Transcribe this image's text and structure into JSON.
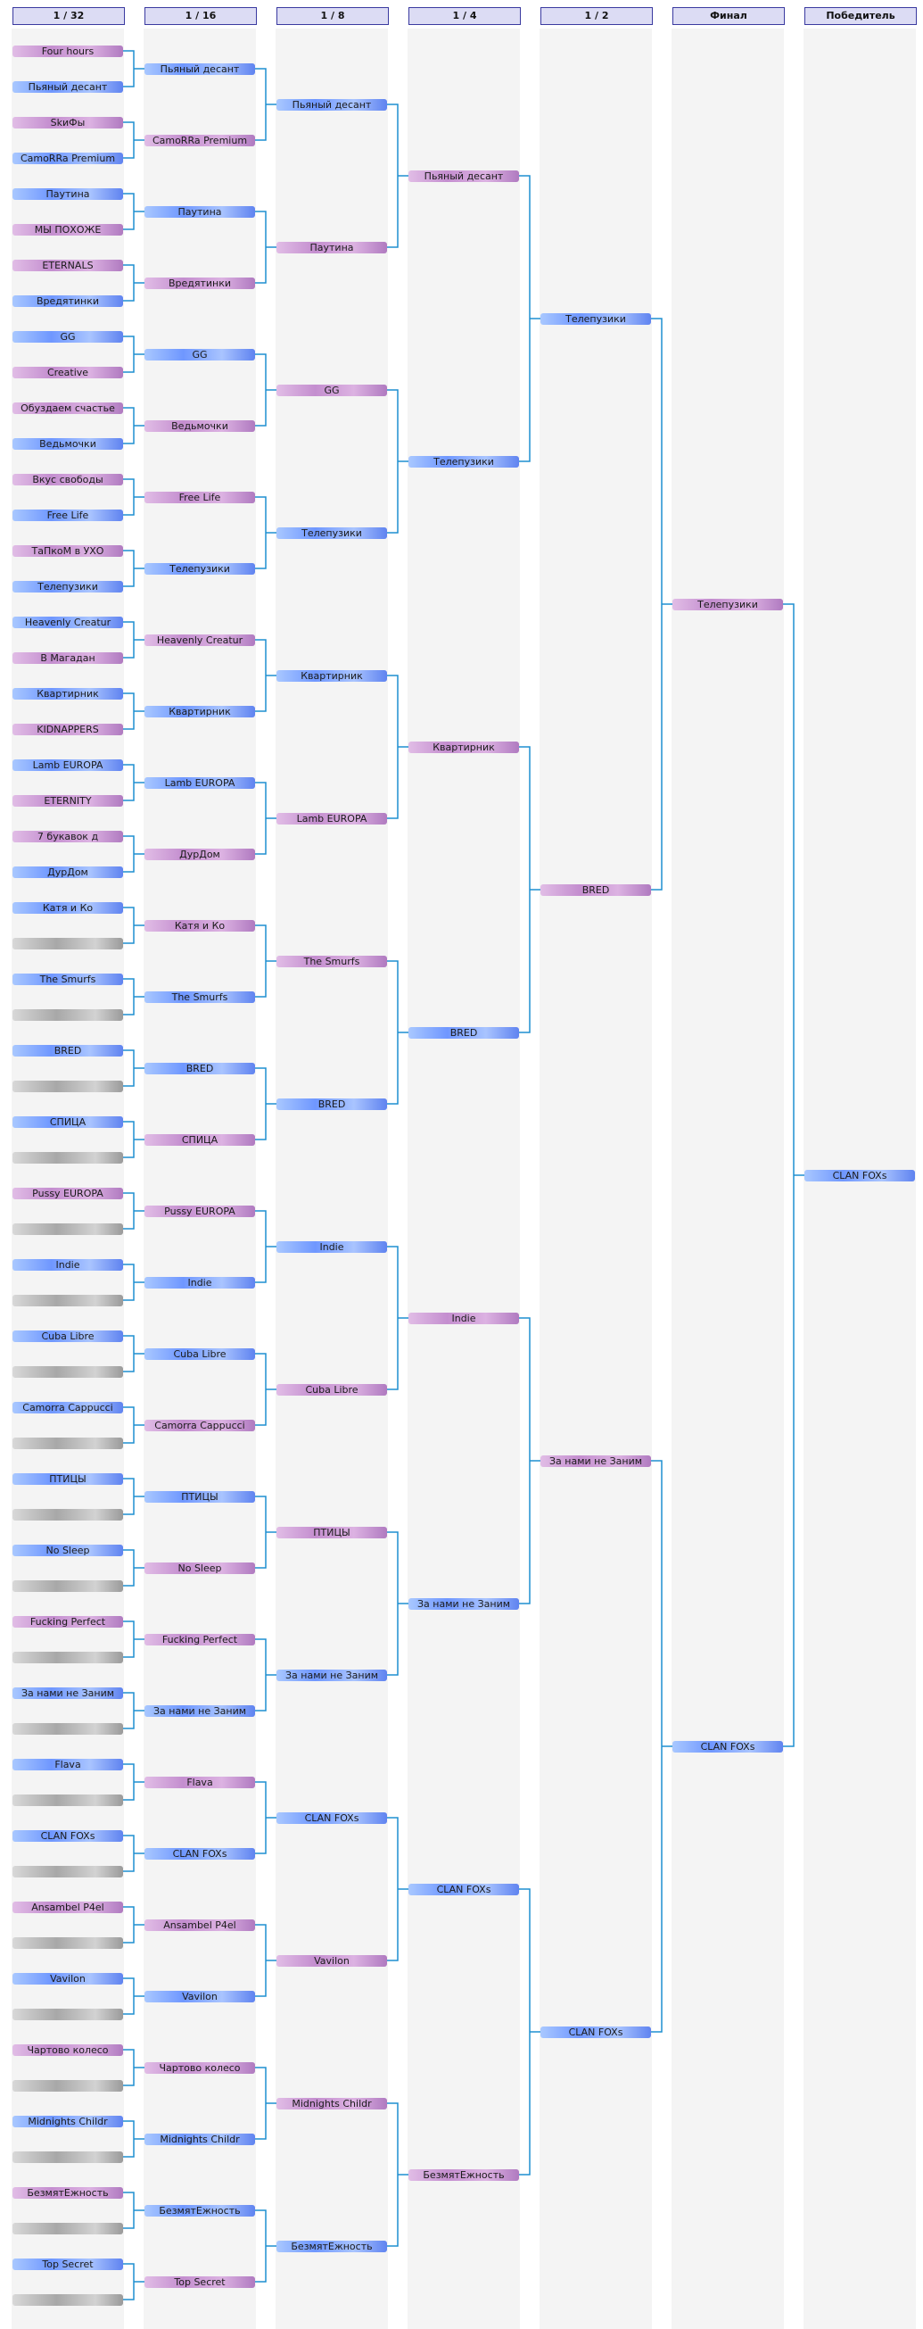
{
  "rounds": [
    {
      "label": "1 / 32"
    },
    {
      "label": "1 / 16"
    },
    {
      "label": "1 / 8"
    },
    {
      "label": "1 / 4"
    },
    {
      "label": "1 / 2"
    },
    {
      "label": "Финал"
    },
    {
      "label": "Победитель"
    }
  ],
  "colors": {
    "line": "#1e8fd0",
    "header_border": "#3a3aa0",
    "header_bg": "#dcdcf4"
  },
  "matches": [
    [
      {
        "name": "Four hours",
        "style": "purple"
      },
      {
        "name": "Пьяный десант",
        "style": "blue"
      },
      {
        "name": "SkиФы",
        "style": "purple"
      },
      {
        "name": "CamoRRa Premium",
        "style": "blue"
      },
      {
        "name": "Паутина",
        "style": "blue"
      },
      {
        "name": "МЫ ПОХОЖЕ",
        "style": "purple"
      },
      {
        "name": "ETERNALS",
        "style": "purple"
      },
      {
        "name": "Вредятинки",
        "style": "blue"
      },
      {
        "name": "GG",
        "style": "blue"
      },
      {
        "name": "Creative",
        "style": "purple"
      },
      {
        "name": "Обуздаем счастье",
        "style": "purple"
      },
      {
        "name": "Ведьмочки",
        "style": "blue"
      },
      {
        "name": "Вкус свободы",
        "style": "purple"
      },
      {
        "name": "Free Life",
        "style": "blue"
      },
      {
        "name": "ТаПкоМ в УХО",
        "style": "purple"
      },
      {
        "name": "Телепузики",
        "style": "blue"
      },
      {
        "name": "Heavenly Creatur",
        "style": "blue"
      },
      {
        "name": "В Магадан",
        "style": "purple"
      },
      {
        "name": "Квартирник",
        "style": "blue"
      },
      {
        "name": "KIDNAPPERS",
        "style": "purple"
      },
      {
        "name": "Lamb EUROPA",
        "style": "blue"
      },
      {
        "name": "ETERNITY",
        "style": "purple"
      },
      {
        "name": "7 букавок д",
        "style": "purple"
      },
      {
        "name": "ДурДом",
        "style": "blue"
      },
      {
        "name": "Катя и Ко",
        "style": "blue"
      },
      {
        "name": "",
        "style": "gray"
      },
      {
        "name": "The Smurfs",
        "style": "blue"
      },
      {
        "name": "",
        "style": "gray"
      },
      {
        "name": "BRED",
        "style": "blue"
      },
      {
        "name": "",
        "style": "gray"
      },
      {
        "name": "СПИЦА",
        "style": "blue"
      },
      {
        "name": "",
        "style": "gray"
      },
      {
        "name": "Pussy EUROPA",
        "style": "purple"
      },
      {
        "name": "",
        "style": "gray"
      },
      {
        "name": "Indie",
        "style": "blue"
      },
      {
        "name": "",
        "style": "gray"
      },
      {
        "name": "Cuba Libre",
        "style": "blue"
      },
      {
        "name": "",
        "style": "gray"
      },
      {
        "name": "Camorra Cappucci",
        "style": "blue"
      },
      {
        "name": "",
        "style": "gray"
      },
      {
        "name": "ПТИЦЫ",
        "style": "blue"
      },
      {
        "name": "",
        "style": "gray"
      },
      {
        "name": "No Sleep",
        "style": "blue"
      },
      {
        "name": "",
        "style": "gray"
      },
      {
        "name": "Fucking Perfect",
        "style": "purple"
      },
      {
        "name": "",
        "style": "gray"
      },
      {
        "name": "За нами не Заним",
        "style": "blue"
      },
      {
        "name": "",
        "style": "gray"
      },
      {
        "name": "Flava",
        "style": "blue"
      },
      {
        "name": "",
        "style": "gray"
      },
      {
        "name": "CLAN FOXs",
        "style": "blue"
      },
      {
        "name": "",
        "style": "gray"
      },
      {
        "name": "Ansambel P4el",
        "style": "purple"
      },
      {
        "name": "",
        "style": "gray"
      },
      {
        "name": "Vavilon",
        "style": "blue"
      },
      {
        "name": "",
        "style": "gray"
      },
      {
        "name": "Чартово колесо",
        "style": "purple"
      },
      {
        "name": "",
        "style": "gray"
      },
      {
        "name": "Midnights Childr",
        "style": "blue"
      },
      {
        "name": "",
        "style": "gray"
      },
      {
        "name": "БезмятЕжность",
        "style": "purple"
      },
      {
        "name": "",
        "style": "gray"
      },
      {
        "name": "Top Secret",
        "style": "blue"
      },
      {
        "name": "",
        "style": "gray"
      }
    ],
    [
      {
        "name": "Пьяный десант",
        "style": "blue"
      },
      {
        "name": "CamoRRa Premium",
        "style": "purple"
      },
      {
        "name": "Паутина",
        "style": "blue"
      },
      {
        "name": "Вредятинки",
        "style": "purple"
      },
      {
        "name": "GG",
        "style": "blue"
      },
      {
        "name": "Ведьмочки",
        "style": "purple"
      },
      {
        "name": "Free Life",
        "style": "purple"
      },
      {
        "name": "Телепузики",
        "style": "blue"
      },
      {
        "name": "Heavenly Creatur",
        "style": "purple"
      },
      {
        "name": "Квартирник",
        "style": "blue"
      },
      {
        "name": "Lamb EUROPA",
        "style": "blue"
      },
      {
        "name": "ДурДом",
        "style": "purple"
      },
      {
        "name": "Катя и Ко",
        "style": "purple"
      },
      {
        "name": "The Smurfs",
        "style": "blue"
      },
      {
        "name": "BRED",
        "style": "blue"
      },
      {
        "name": "СПИЦА",
        "style": "purple"
      },
      {
        "name": "Pussy EUROPA",
        "style": "purple"
      },
      {
        "name": "Indie",
        "style": "blue"
      },
      {
        "name": "Cuba Libre",
        "style": "blue"
      },
      {
        "name": "Camorra Cappucci",
        "style": "purple"
      },
      {
        "name": "ПТИЦЫ",
        "style": "blue"
      },
      {
        "name": "No Sleep",
        "style": "purple"
      },
      {
        "name": "Fucking Perfect",
        "style": "purple"
      },
      {
        "name": "За нами не Заним",
        "style": "blue"
      },
      {
        "name": "Flava",
        "style": "purple"
      },
      {
        "name": "CLAN FOXs",
        "style": "blue"
      },
      {
        "name": "Ansambel P4el",
        "style": "purple"
      },
      {
        "name": "Vavilon",
        "style": "blue"
      },
      {
        "name": "Чартово колесо",
        "style": "purple"
      },
      {
        "name": "Midnights Childr",
        "style": "blue"
      },
      {
        "name": "БезмятЕжность",
        "style": "blue"
      },
      {
        "name": "Top Secret",
        "style": "purple"
      }
    ],
    [
      {
        "name": "Пьяный десант",
        "style": "blue"
      },
      {
        "name": "Паутина",
        "style": "purple"
      },
      {
        "name": "GG",
        "style": "purple"
      },
      {
        "name": "Телепузики",
        "style": "blue"
      },
      {
        "name": "Квартирник",
        "style": "blue"
      },
      {
        "name": "Lamb EUROPA",
        "style": "purple"
      },
      {
        "name": "The Smurfs",
        "style": "purple"
      },
      {
        "name": "BRED",
        "style": "blue"
      },
      {
        "name": "Indie",
        "style": "blue"
      },
      {
        "name": "Cuba Libre",
        "style": "purple"
      },
      {
        "name": "ПТИЦЫ",
        "style": "purple"
      },
      {
        "name": "За нами не Заним",
        "style": "blue"
      },
      {
        "name": "CLAN FOXs",
        "style": "blue"
      },
      {
        "name": "Vavilon",
        "style": "purple"
      },
      {
        "name": "Midnights Childr",
        "style": "purple"
      },
      {
        "name": "БезмятЕжность",
        "style": "blue"
      }
    ],
    [
      {
        "name": "Пьяный десант",
        "style": "purple"
      },
      {
        "name": "Телепузики",
        "style": "blue"
      },
      {
        "name": "Квартирник",
        "style": "purple"
      },
      {
        "name": "BRED",
        "style": "blue"
      },
      {
        "name": "Indie",
        "style": "purple"
      },
      {
        "name": "За нами не Заним",
        "style": "blue"
      },
      {
        "name": "CLAN FOXs",
        "style": "blue"
      },
      {
        "name": "БезмятЕжность",
        "style": "purple"
      }
    ],
    [
      {
        "name": "Телепузики",
        "style": "blue"
      },
      {
        "name": "BRED",
        "style": "purple"
      },
      {
        "name": "За нами не Заним",
        "style": "purple"
      },
      {
        "name": "CLAN FOXs",
        "style": "blue"
      }
    ],
    [
      {
        "name": "Телепузики",
        "style": "purple"
      },
      {
        "name": "CLAN FOXs",
        "style": "blue"
      }
    ],
    [
      {
        "name": "CLAN FOXs",
        "style": "blue"
      }
    ]
  ]
}
